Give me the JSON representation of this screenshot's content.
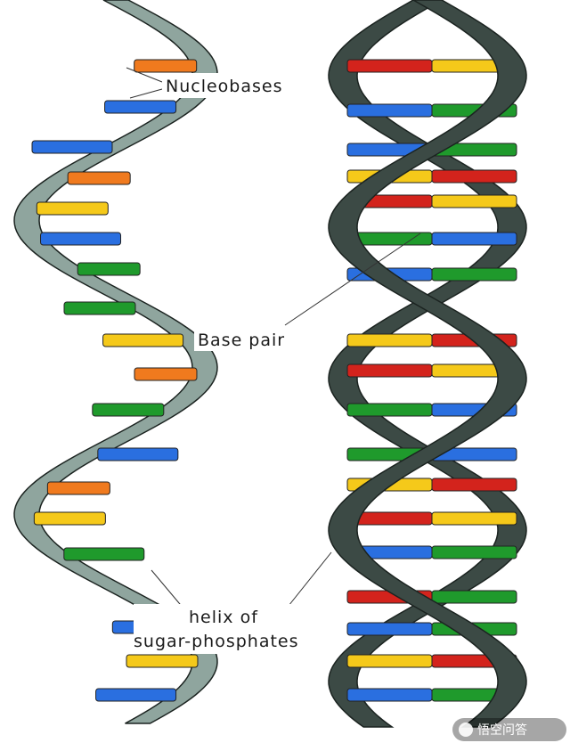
{
  "labels": {
    "nucleobases": "Nucleobases",
    "base_pair": "Base pair",
    "helix_line1": "helix of",
    "helix_line2": "sugar-phosphates"
  },
  "watermark": {
    "text": "悟空问答"
  },
  "colors": {
    "background": "#ffffff",
    "single_strand": "#8fa59e",
    "double_strand": "#3c4a45",
    "strand_outline": "#1b2320",
    "orange": "#f07a1e",
    "blue": "#2a6fe0",
    "yellow": "#f5c91a",
    "green": "#1f9a2c",
    "red": "#d3231c"
  },
  "single_strand_bases": [
    "orange",
    "blue",
    "blue",
    "orange",
    "yellow",
    "blue",
    "green",
    "green",
    "yellow",
    "orange",
    "green",
    "blue",
    "orange",
    "yellow",
    "green",
    "blue",
    "yellow",
    "blue"
  ],
  "double_strand_pairs": [
    [
      "red",
      "yellow"
    ],
    [
      "blue",
      "green"
    ],
    [
      "blue",
      "green"
    ],
    [
      "yellow",
      "red"
    ],
    [
      "red",
      "yellow"
    ],
    [
      "green",
      "blue"
    ],
    [
      "blue",
      "green"
    ],
    [
      "yellow",
      "red"
    ],
    [
      "red",
      "yellow"
    ],
    [
      "green",
      "blue"
    ],
    [
      "green",
      "blue"
    ],
    [
      "yellow",
      "red"
    ],
    [
      "red",
      "yellow"
    ],
    [
      "blue",
      "green"
    ],
    [
      "red",
      "green"
    ],
    [
      "blue",
      "green"
    ],
    [
      "yellow",
      "red"
    ],
    [
      "blue",
      "green"
    ]
  ]
}
